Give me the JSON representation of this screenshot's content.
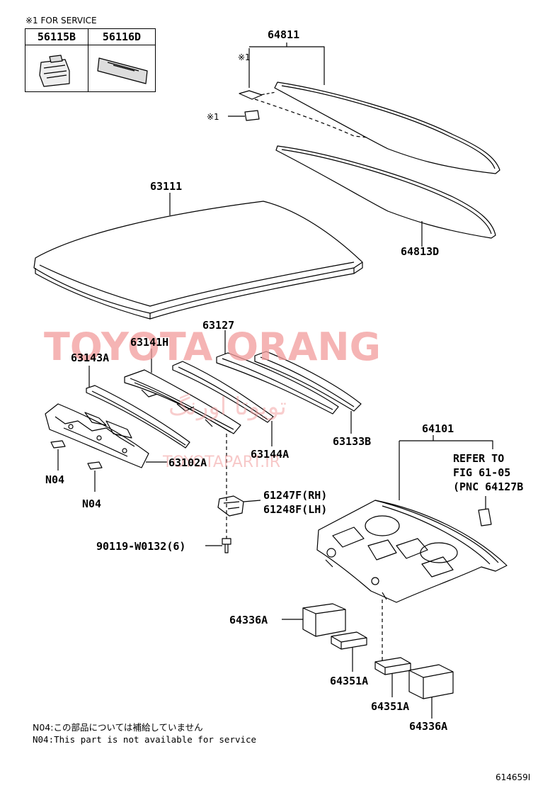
{
  "service_box": {
    "header": "※1 FOR SERVICE",
    "parts": [
      "56115B",
      "56116D"
    ]
  },
  "labels": {
    "p64811": "64811",
    "star1a": "※1",
    "star1b": "※1",
    "p63111": "63111",
    "p64813D": "64813D",
    "p63127": "63127",
    "p63141H": "63141H",
    "p63143A": "63143A",
    "p63144A": "63144A",
    "p63133B": "63133B",
    "p63102A": "63102A",
    "n04a": "N04",
    "n04b": "N04",
    "p61247F": "61247F(RH)",
    "p61248F": "61248F(LH)",
    "p90119": "90119-W0132(6)",
    "p64101": "64101",
    "refer1": "REFER TO",
    "refer2": "FIG 61-05",
    "refer3": "(PNC 64127B",
    "p64336A_1": "64336A",
    "p64351A_1": "64351A",
    "p64351A_2": "64351A",
    "p64336A_2": "64336A"
  },
  "notes": {
    "jp": "N04:この部品については補給していません",
    "en": "N04:This part is not available for service"
  },
  "watermark": {
    "main": "TOYOTA ORANG",
    "arabic": "تویوتا اورنگ",
    "site": "TOYOTAPART.IR"
  },
  "figure_id": "614659I"
}
